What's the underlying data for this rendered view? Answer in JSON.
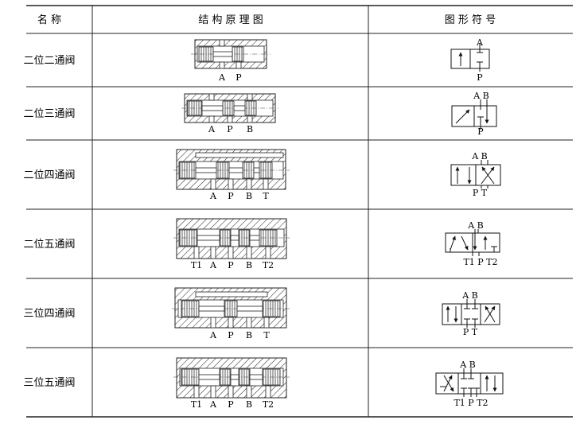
{
  "headers": [
    "名 称",
    "结 构 原 理 图",
    "图 形 符 号"
  ],
  "rows": [
    {
      "name": "二位二通阀",
      "ports_struct": [
        "A",
        "P"
      ],
      "ports_symbol": [
        "A",
        "P"
      ]
    },
    {
      "name": "二位三通阀",
      "ports_struct": [
        "A",
        "P",
        "B"
      ],
      "ports_symbol": [
        "A B",
        "P"
      ]
    },
    {
      "name": "二位四通阀",
      "ports_struct": [
        "A",
        "P",
        "B",
        "T"
      ],
      "ports_symbol": [
        "A B",
        "P T"
      ]
    },
    {
      "name": "二位五通阀",
      "ports_struct": [
        "T1",
        "A",
        "P",
        "B",
        "T2"
      ],
      "ports_symbol": [
        "A B",
        "T1 P T2"
      ]
    },
    {
      "name": "三位四通阀",
      "ports_struct": [
        "A",
        "P",
        "B",
        "T"
      ],
      "ports_symbol": [
        "A B",
        "P T"
      ]
    },
    {
      "name": "三位五通阀",
      "ports_struct": [
        "T1",
        "A",
        "P",
        "B",
        "T2"
      ],
      "ports_symbol": [
        "A B",
        "T1 P T2"
      ]
    }
  ]
}
